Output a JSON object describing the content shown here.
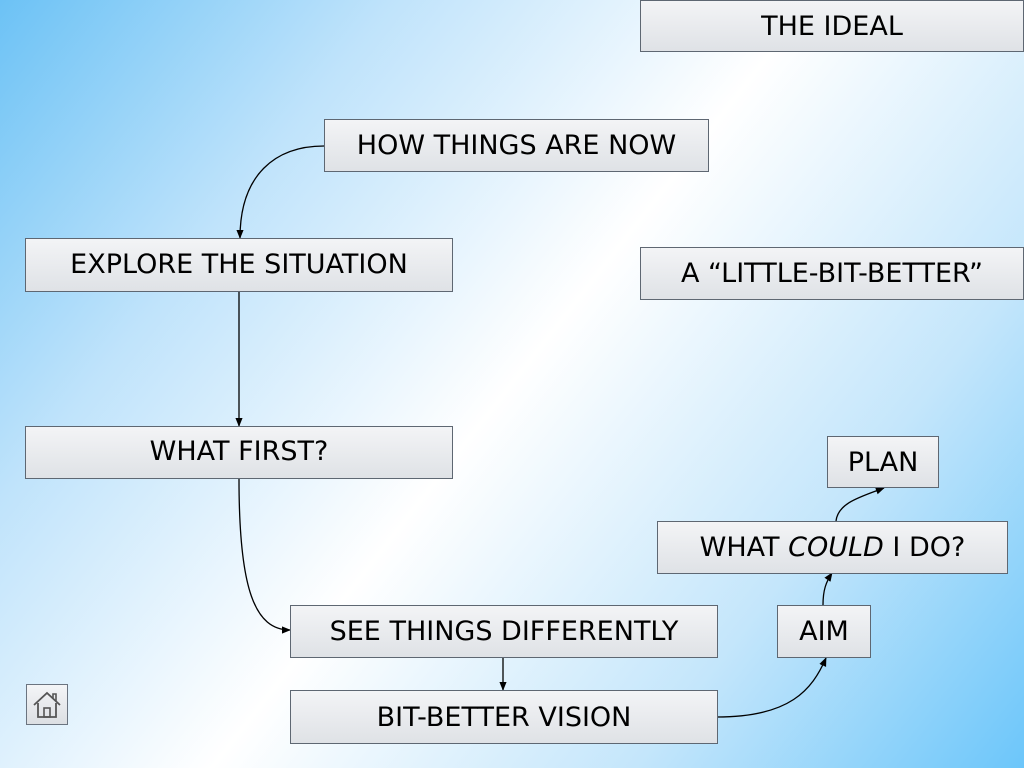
{
  "nodes": {
    "the_ideal": "THE IDEAL",
    "how_things_are_now": "HOW THINGS ARE NOW",
    "explore_the_situation": "EXPLORE THE SITUATION",
    "little_bit_better": "A “LITTLE-BIT-BETTER”",
    "what_first": "WHAT FIRST?",
    "plan": "PLAN",
    "what_could_prefix": "WHAT ",
    "what_could_em": "COULD",
    "what_could_suffix": " I DO?",
    "see_things_differently": "SEE THINGS DIFFERENTLY",
    "aim": "AIM",
    "bit_better_vision": "BIT-BETTER VISION"
  },
  "icons": {
    "home": "home-icon"
  }
}
